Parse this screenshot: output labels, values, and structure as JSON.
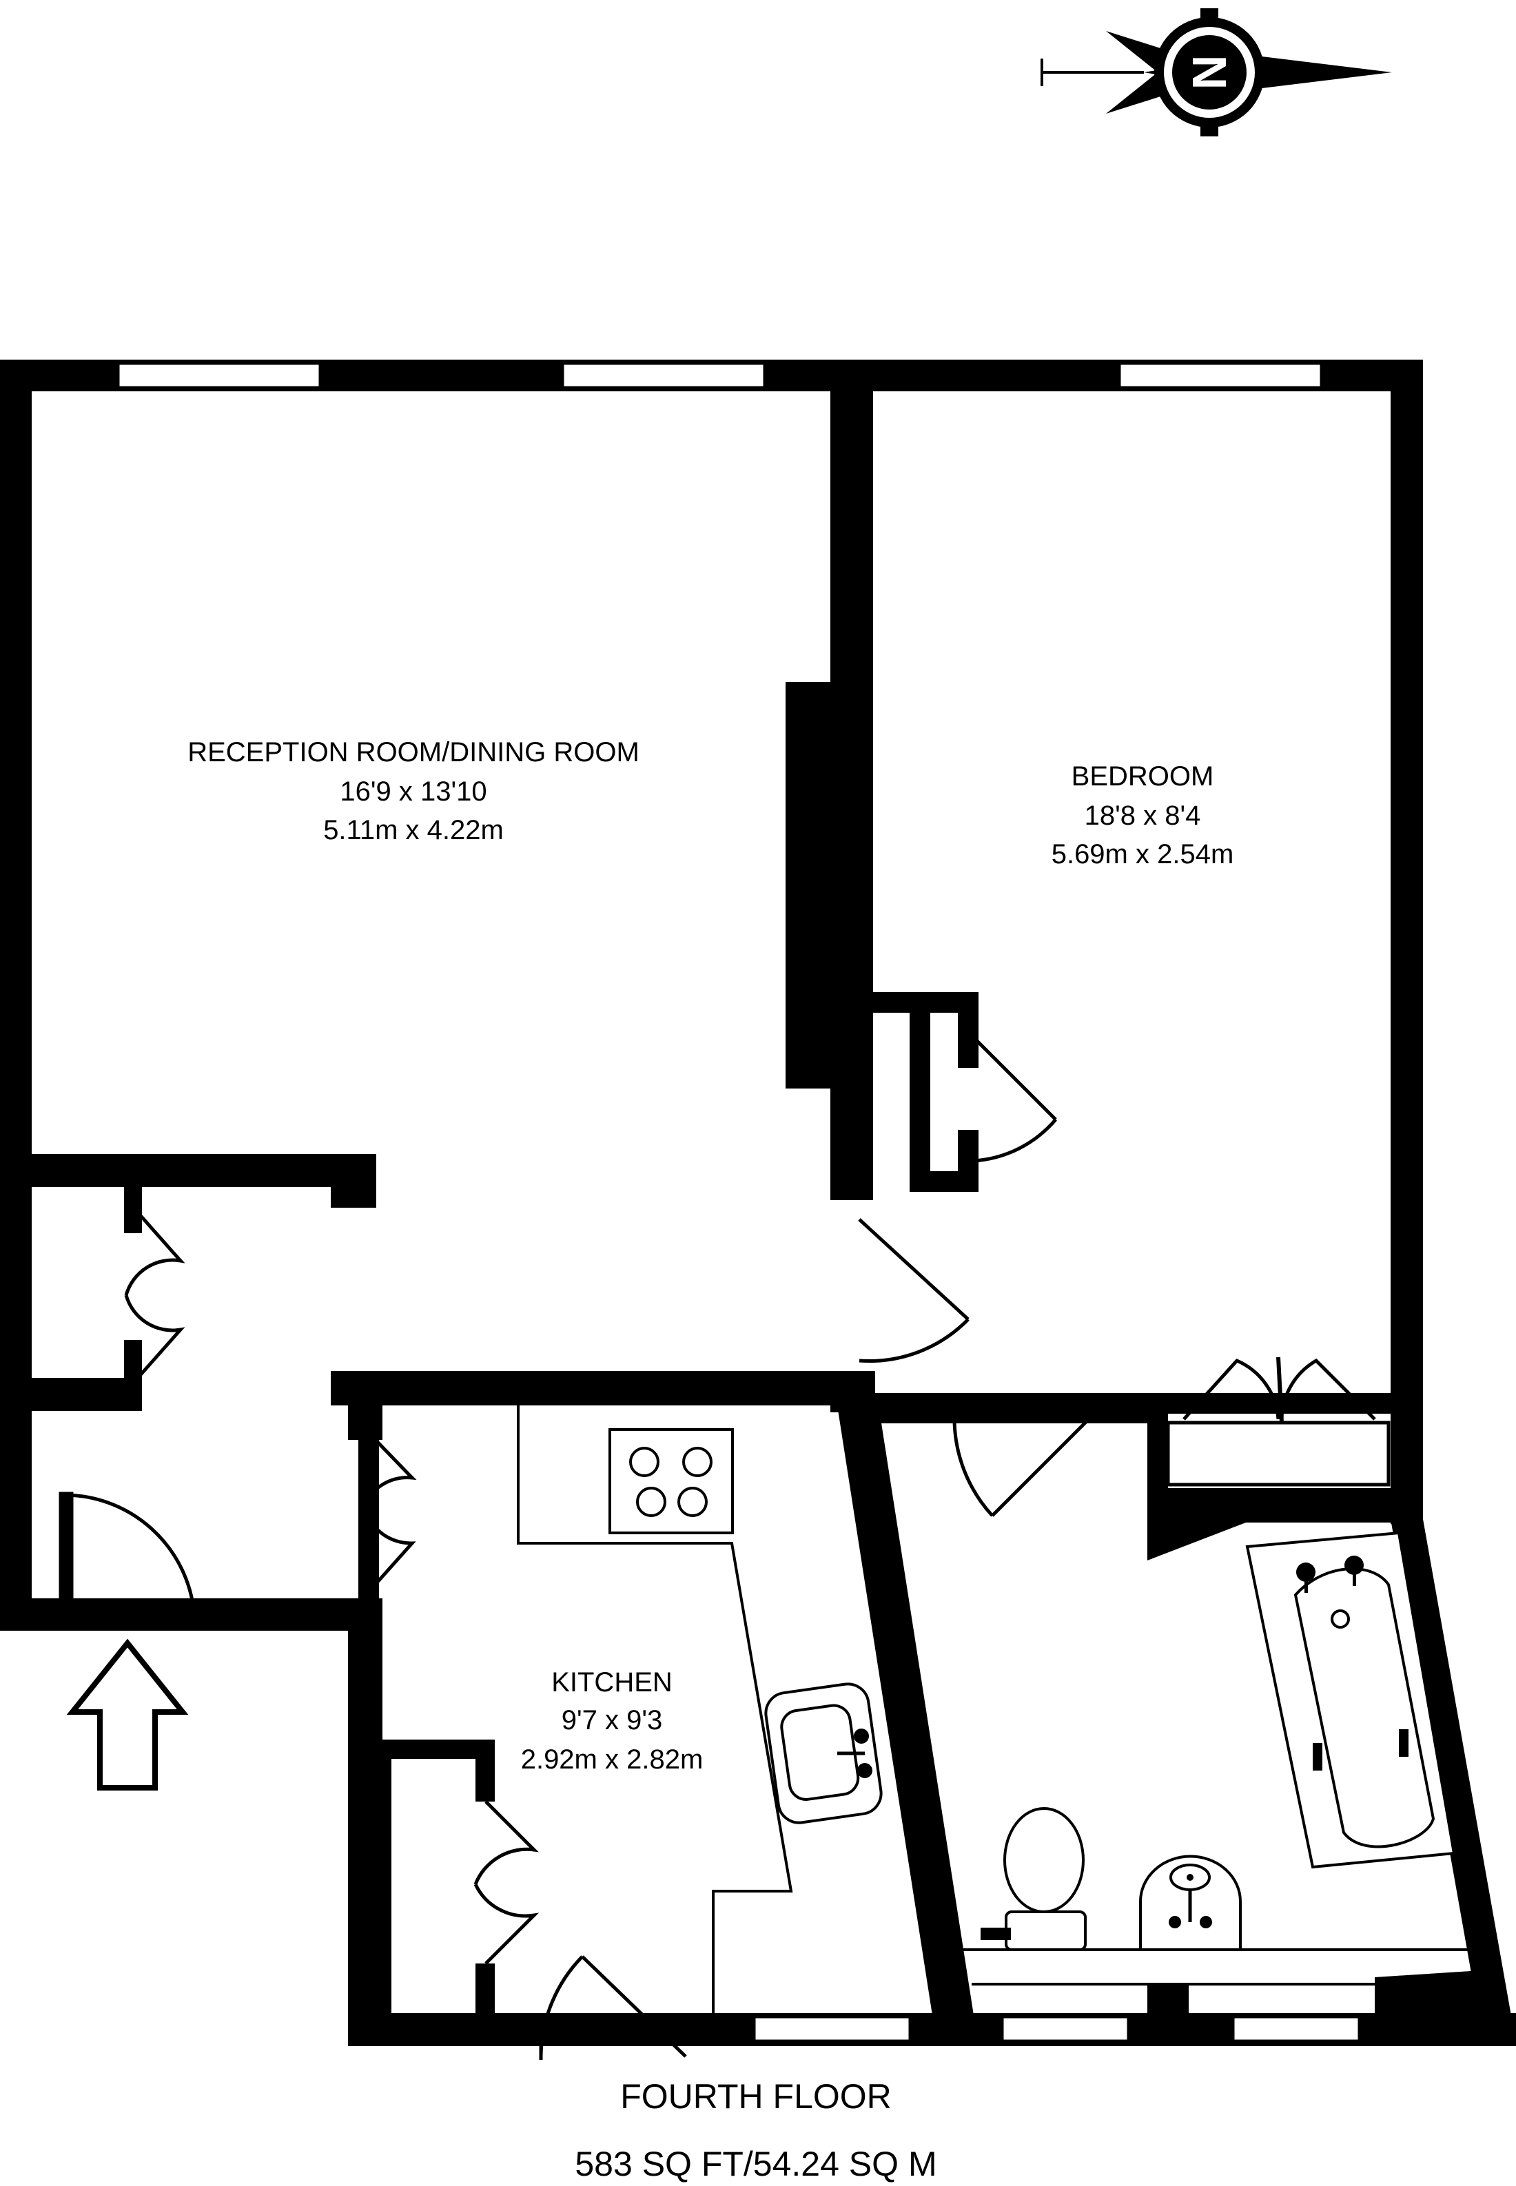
{
  "floor_name": "FOURTH FLOOR",
  "total_area": "583 SQ FT/54.24 SQ M",
  "compass": {
    "icon": "north-compass-icon",
    "letter": "N"
  },
  "rooms": {
    "reception": {
      "name": "RECEPTION ROOM/DINING ROOM",
      "imperial": "16'9 x 13'10",
      "metric": "5.11m x 4.22m"
    },
    "bedroom": {
      "name": "BEDROOM",
      "imperial": "18'8 x 8'4",
      "metric": "5.69m x 2.54m"
    },
    "kitchen": {
      "name": "KITCHEN",
      "imperial": "9'7 x 9'3",
      "metric": "2.92m x 2.82m"
    }
  },
  "colors": {
    "wall": "#000000",
    "background": "#ffffff"
  }
}
